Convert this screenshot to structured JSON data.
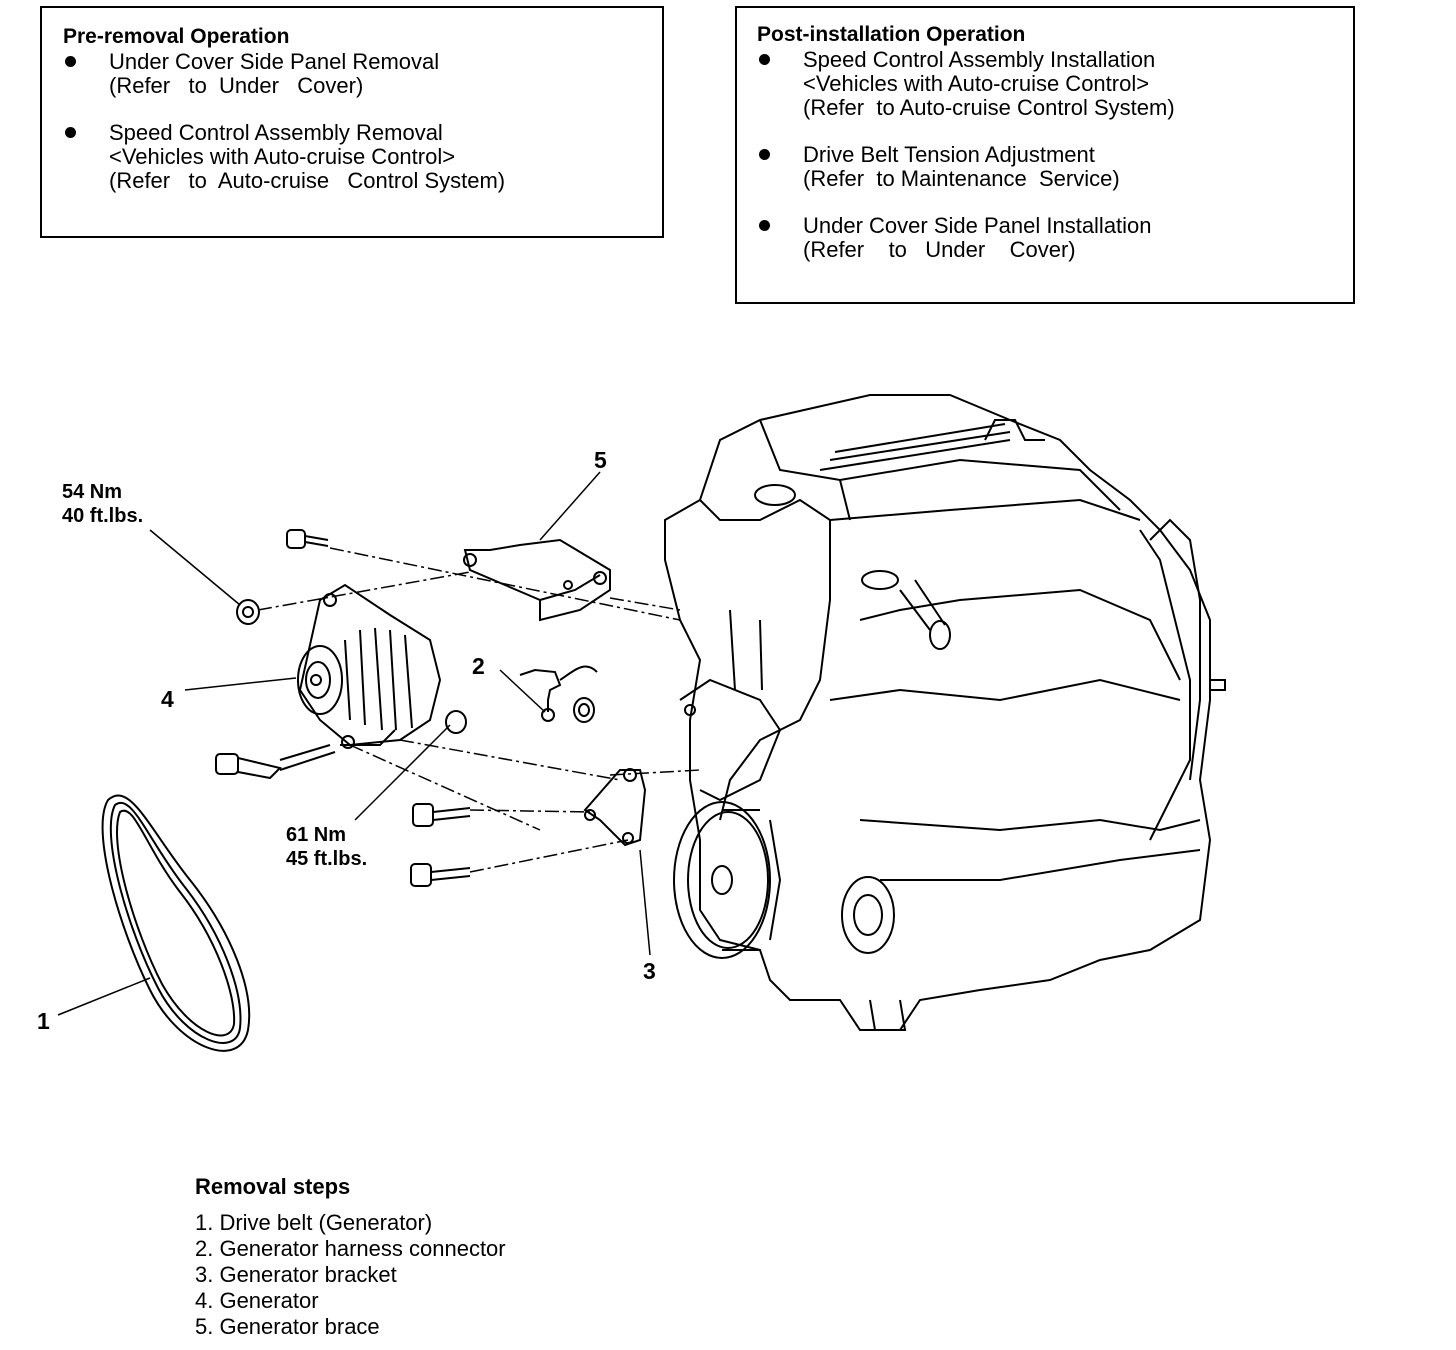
{
  "pre_removal": {
    "title": "Pre-removal Operation",
    "items": [
      {
        "lines": [
          "Under Cover Side Panel Removal",
          "(Refer   to  Under   Cover)"
        ]
      },
      {
        "lines": [
          "Speed Control Assembly Removal",
          "<Vehicles with Auto-cruise Control>",
          "(Refer   to  Auto-cruise   Control System)"
        ]
      }
    ]
  },
  "post_installation": {
    "title": "Post-installation Operation",
    "items": [
      {
        "lines": [
          "Speed Control Assembly Installation",
          "<Vehicles with Auto-cruise Control>",
          "(Refer  to Auto-cruise Control System)"
        ]
      },
      {
        "lines": [
          "Drive Belt Tension Adjustment",
          "(Refer  to Maintenance  Service)"
        ]
      },
      {
        "lines": [
          "Under Cover Side Panel Installation",
          "(Refer    to   Under    Cover)"
        ]
      }
    ]
  },
  "callouts": {
    "c1": "1",
    "c2": "2",
    "c3": "3",
    "c4": "4",
    "c5": "5"
  },
  "torques": {
    "upper": {
      "nm": "54 Nm",
      "ftlbs": "40 ft.lbs."
    },
    "lower": {
      "nm": "61 Nm",
      "ftlbs": "45 ft.lbs."
    }
  },
  "removal_steps": {
    "title": "Removal steps",
    "steps": [
      "1. Drive belt (Generator)",
      "2. Generator harness connector",
      "3. Generator bracket",
      "4. Generator",
      "5. Generator brace"
    ]
  }
}
